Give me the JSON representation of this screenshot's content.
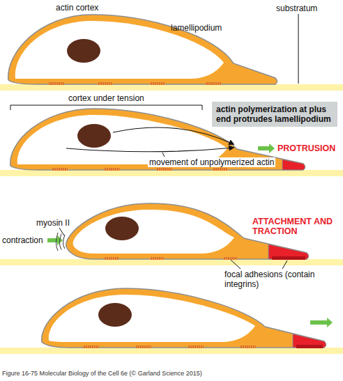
{
  "diagram": {
    "caption": "Figure 16-75 Molecular Biology of the Cell 6e (© Garland Science 2015)",
    "nodes": [
      {
        "text": [
          "actin polymerization at plus end protrudes lamellipodium"
        ]
      }
    ],
    "labels": [
      "actin cortex",
      "lamellipodium",
      "substratum",
      "cortex under tension",
      "PROTRUSION",
      "movement of unpolymerized actin",
      "myosin II",
      "contraction",
      "ATTACHMENT AND TRACTION",
      "focal adhesions (contain integrins)"
    ]
  }
}
